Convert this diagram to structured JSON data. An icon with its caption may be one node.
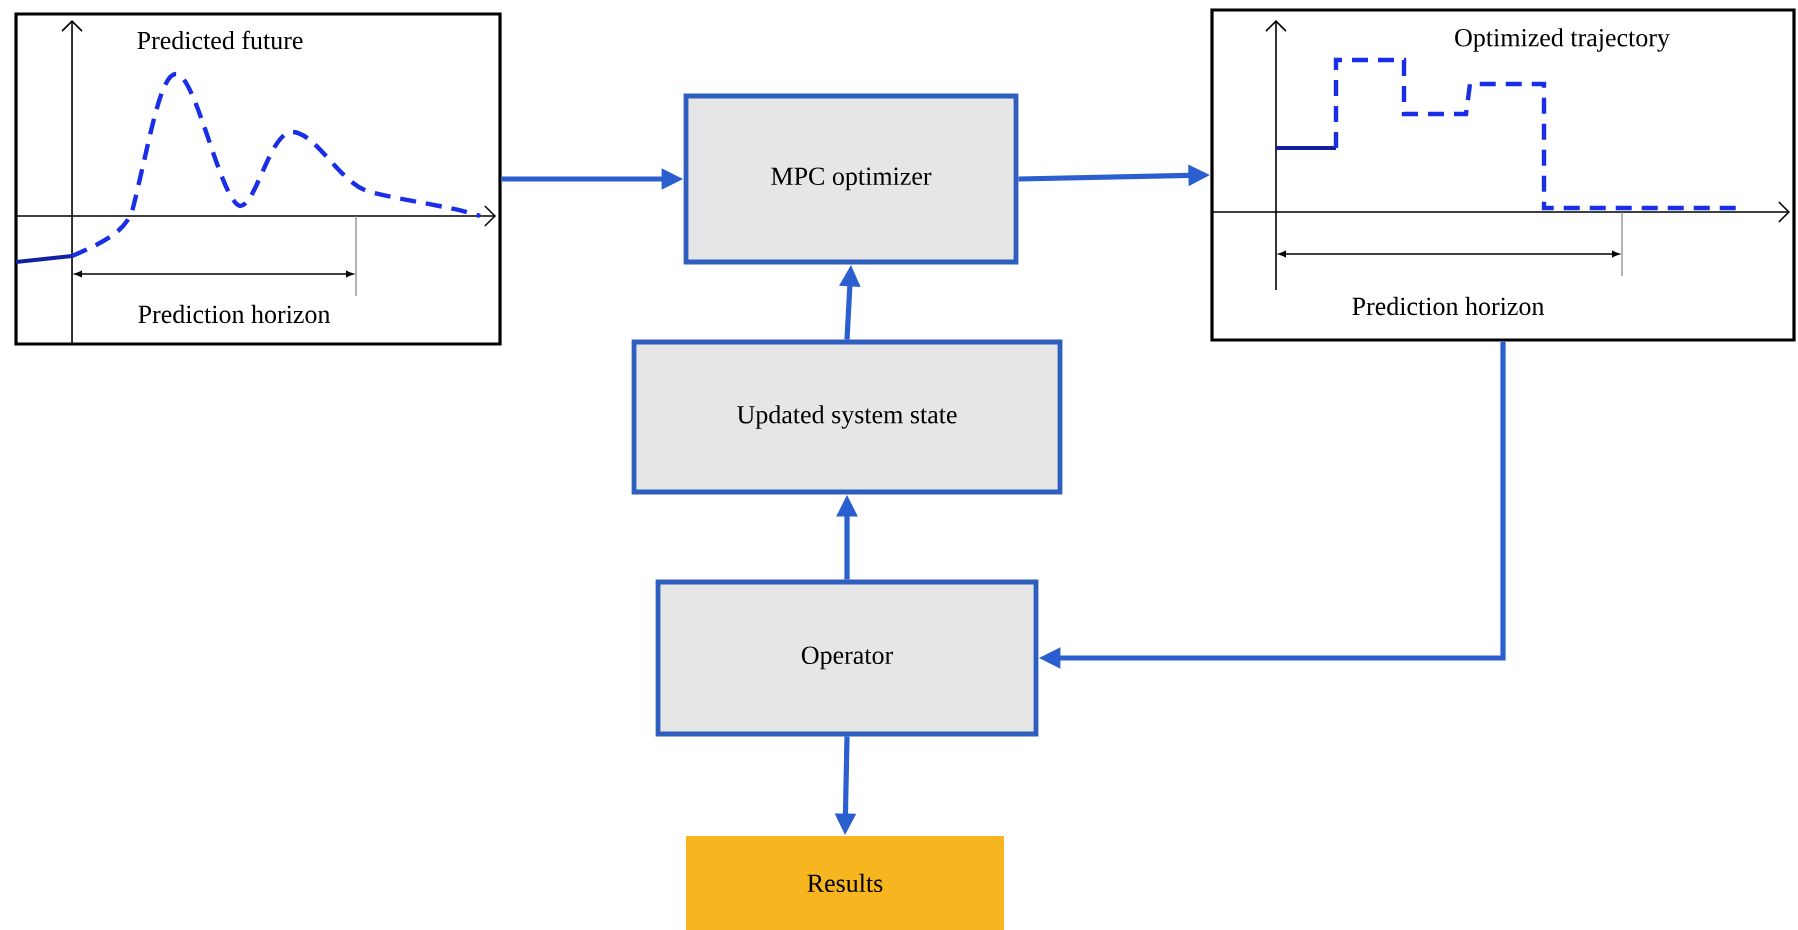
{
  "diagram": {
    "nodes": [
      {
        "text": [
          "Predicted future",
          "Prediction horizon"
        ]
      },
      {
        "text": [
          "MPC optimizer"
        ]
      },
      {
        "text": [
          "Optimized trajectory",
          "Prediction horizon"
        ]
      },
      {
        "text": [
          "Updated system state"
        ]
      },
      {
        "text": [
          "Operator"
        ]
      },
      {
        "text": [
          "Results"
        ]
      }
    ],
    "edges": [
      {
        "from": 0,
        "to": 1,
        "arrow": "to"
      },
      {
        "from": 1,
        "to": 2,
        "arrow": "to"
      },
      {
        "from": 3,
        "to": 1,
        "arrow": "to"
      },
      {
        "from": 4,
        "to": 3,
        "arrow": "to"
      },
      {
        "from": 2,
        "to": 4,
        "arrow": "to"
      },
      {
        "from": 4,
        "to": 5,
        "arrow": "to"
      }
    ]
  }
}
